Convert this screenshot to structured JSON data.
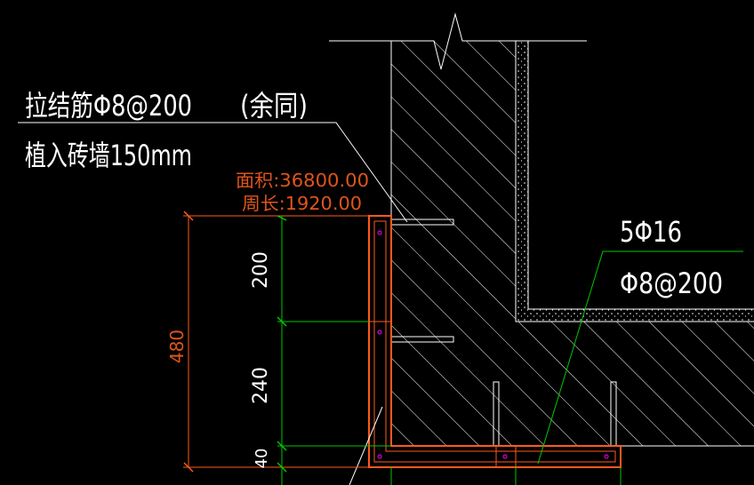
{
  "annotations": {
    "tie_bar_line1": "拉结筋Φ8@200",
    "tie_bar_suffix": "(余同)",
    "tie_bar_line2": "植入砖墙150mm",
    "area_label": "面积:36800.00",
    "perimeter_label": "周长:1920.00",
    "rebar_main": "5Φ16",
    "rebar_stirrup": "Φ8@200"
  },
  "dimensions": {
    "total_height": "480",
    "segment_upper": "200",
    "segment_middle": "240",
    "segment_lower": "40"
  },
  "colors": {
    "background": "#000000",
    "line_white": "#ffffff",
    "dimension_green": "#00c800",
    "highlight_orange": "#ff5a1e",
    "marker_magenta": "#ff00ff",
    "text_orange": "#e0541c"
  }
}
